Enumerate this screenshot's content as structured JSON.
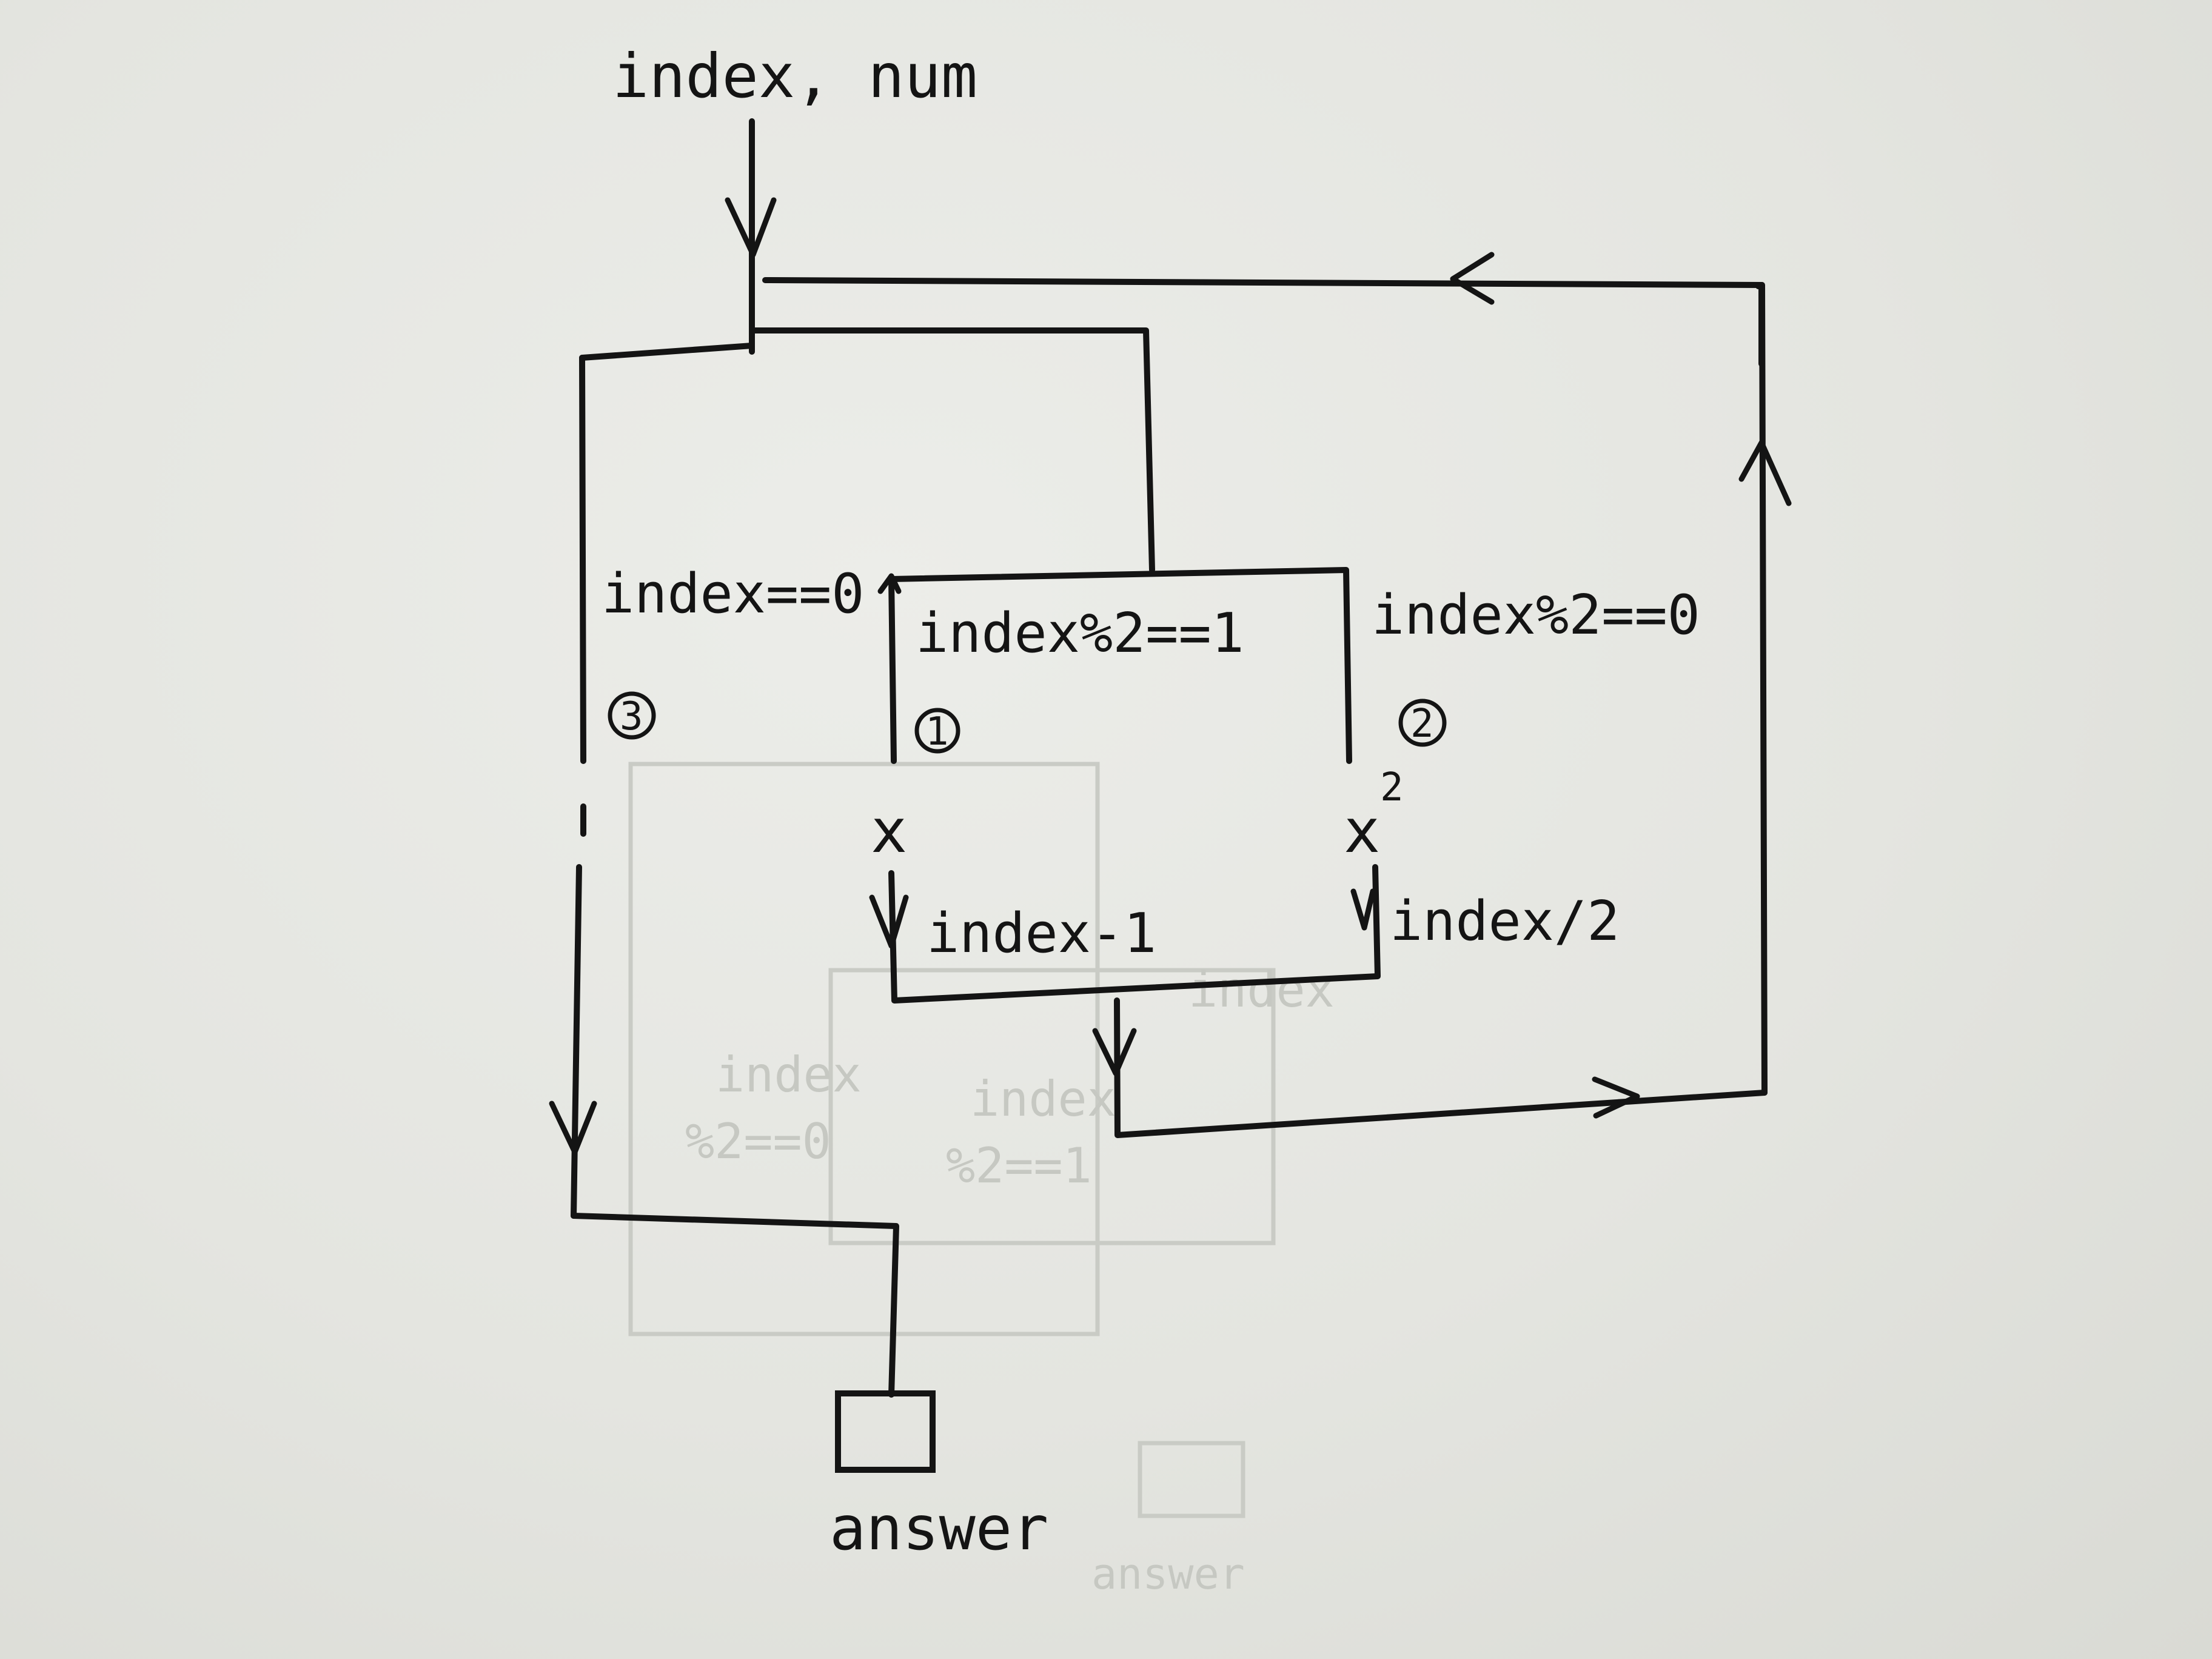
{
  "inputs_label": "index, num",
  "branches": {
    "zero": {
      "condition": "index==0",
      "marker": "3"
    },
    "odd": {
      "condition": "index%2==1",
      "marker": "1",
      "operation": "x",
      "update": "index-1"
    },
    "even": {
      "condition": "index%2==0",
      "marker": "2",
      "operation": "x",
      "operation_superscript": "2",
      "update": "index/2"
    }
  },
  "output": {
    "label": "answer"
  },
  "ghost_marks": {
    "index_a": "index",
    "cond_a": "%2==0",
    "index_b": "index",
    "cond_b": "%2==1",
    "index_c": "index",
    "answer": "answer"
  }
}
